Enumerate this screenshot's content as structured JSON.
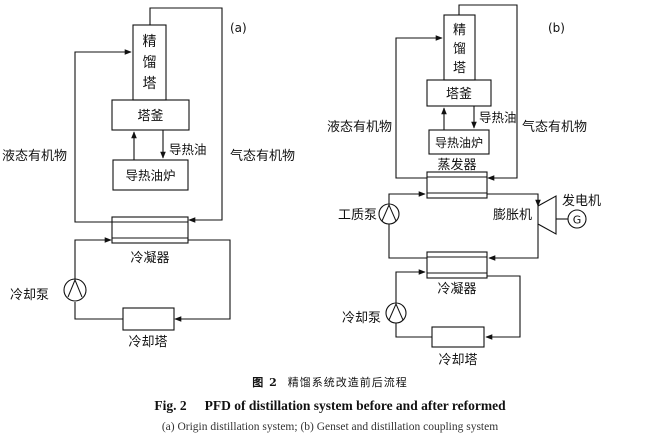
{
  "panel_a": {
    "tag": "(a)",
    "column": [
      "精",
      "馏",
      "塔"
    ],
    "reboiler": "塔釜",
    "oil_flow": "导热油",
    "oil_furnace": "导热油炉",
    "liquid_label": "液态有机物",
    "vapor_label": "气态有机物",
    "condenser": "冷凝器",
    "cooling_pump": "冷却泵",
    "cooling_tower": "冷却塔"
  },
  "panel_b": {
    "tag": "(b)",
    "column": [
      "精",
      "馏",
      "塔"
    ],
    "reboiler": "塔釜",
    "oil_flow": "导热油",
    "oil_furnace": "导热油炉",
    "evaporator": "蒸发器",
    "liquid_label": "液态有机物",
    "vapor_label": "气态有机物",
    "working_pump": "工质泵",
    "expander": "膨胀机",
    "generator": "发电机",
    "generator_symbol": "G",
    "condenser": "冷凝器",
    "cooling_pump": "冷却泵",
    "cooling_tower": "冷却塔"
  },
  "caption": {
    "cn_fig": "图 2",
    "cn_title": "精馏系统改造前后流程",
    "en_fig": "Fig. 2",
    "en_title": "PFD of distillation system before and after reformed",
    "sub": "(a) Origin distillation system; (b) Genset and distillation coupling system"
  },
  "colors": {
    "line": "#111111",
    "background": "#ffffff"
  }
}
